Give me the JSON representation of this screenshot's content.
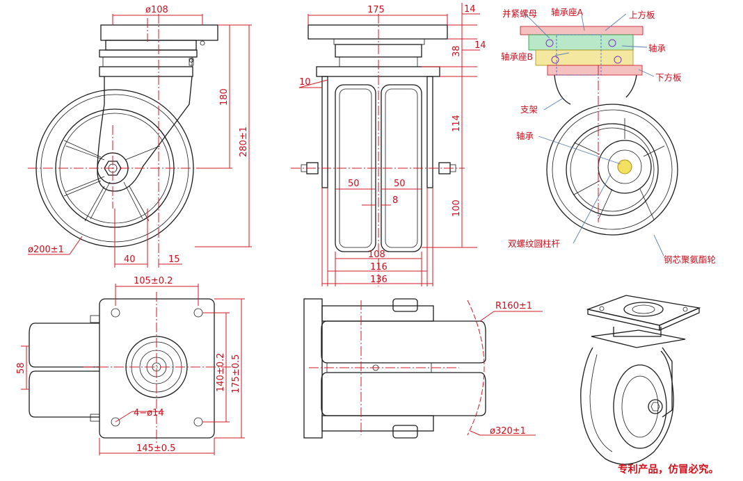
{
  "dimensions": {
    "side_view": {
      "top_plate_diameter": "ø108",
      "swivel_height": "180",
      "overall_height": "280±1",
      "wheel_diameter": "ø200±1",
      "offset": "40",
      "plate_thickness": "15"
    },
    "front_view": {
      "plate_width": "175",
      "plate_thickness": "14",
      "swivel_gap": "38",
      "lower_plate": "14",
      "fork_thickness": "10",
      "fork_height": "114",
      "axle_height": "100",
      "wheel_width_left": "50",
      "wheel_width_right": "50",
      "wheel_gap": "8",
      "span_inner": "108",
      "span_mid": "116",
      "span_outer": "136"
    },
    "top_view": {
      "hole_pitch_x": "105±0.2",
      "hole_pitch_y": "140±0.2",
      "plate_length": "175±0.5",
      "plate_width": "145±0.5",
      "bolt_holes": "4−ø14",
      "wheel_width": "58"
    },
    "turn_view": {
      "swivel_radius": "R160±1",
      "swivel_diameter": "ø320±1"
    }
  },
  "labels": {
    "lock_nut": "并紧螺母",
    "bearing_seat_a": "轴承座A",
    "top_plate": "上方板",
    "bearing_seat_b": "轴承座B",
    "bearing_top": "轴承",
    "bottom_plate": "下方板",
    "bracket": "支架",
    "bearing_wheel": "轴承",
    "axle": "双螺纹圆柱杆",
    "wheel": "钢芯聚氨酯轮"
  },
  "notice": "专利产品，仿冒必究。",
  "colors": {
    "dimension": "#c8101e",
    "outline": "#1a1a1a",
    "leader": "#5a7fb0"
  }
}
